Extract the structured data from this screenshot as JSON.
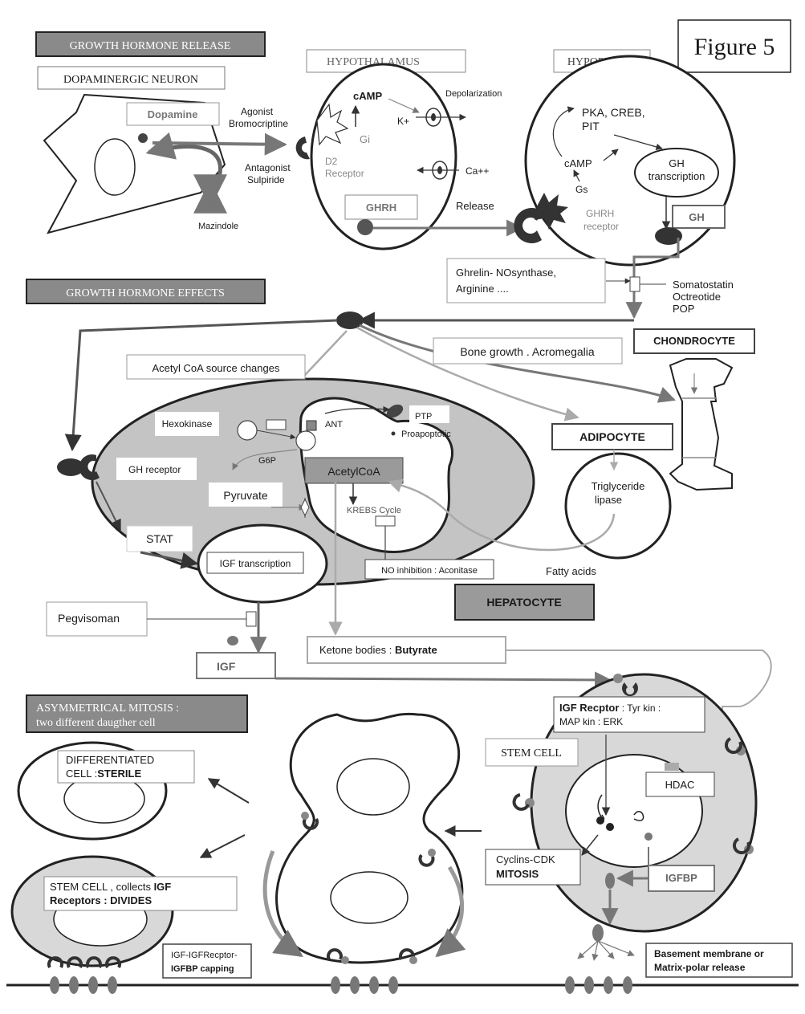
{
  "figure_label": "Figure 5",
  "sections": {
    "release": "GROWTH HORMONE RELEASE",
    "effects": "GROWTH HORMONE  EFFECTS",
    "mitosis_l1": "ASYMMETRICAL MITOSIS :",
    "mitosis_l2": "two different daugther cell"
  },
  "release": {
    "dopaminergic_neuron": "DOPAMINERGIC NEURON",
    "dopamine": "Dopamine",
    "agonist_l1": "Agonist",
    "agonist_l2": "Bromocriptine",
    "antagonist_l1": "Antagonist",
    "antagonist_l2": "Sulpiride",
    "mazindole": "Mazindole",
    "hypothalamus": "HYPOTHALAMUS",
    "camp": "cAMP",
    "depolarization": "Depolarization",
    "kplus": "K+",
    "gi": "Gi",
    "d2_l1": "D2",
    "d2_l2": "Receptor",
    "ca": "Ca++",
    "ghrh": "GHRH",
    "release_label": "Release",
    "hypophysis": "HYPOPHYSIS",
    "pka_l1": "PKA, CREB,",
    "pka_l2": "PIT",
    "camp2": "cAMP",
    "gs": "Gs",
    "gh_tr_l1": "GH",
    "gh_tr_l2": "transcription",
    "ghrh_rec_l1": "GHRH",
    "ghrh_rec_l2": "receptor",
    "gh": "GH",
    "ghrelin_l1": "Ghrelin- NOsynthase,",
    "ghrelin_l2": "Arginine ....",
    "soma_l1": "Somatostatin",
    "soma_l2": "Octreotide",
    "soma_l3": "POP"
  },
  "effects": {
    "bone_growth": "Bone growth . Acromegalia",
    "chondrocyte": "CHONDROCYTE",
    "acetyl_source": "Acetyl CoA source changes",
    "hexokinase": "Hexokinase",
    "ant": "ANT",
    "ptp": "PTP",
    "proapoptotic": "Proapoptotic",
    "adipocyte": "ADIPOCYTE",
    "gh_receptor": "GH receptor",
    "g6p": "G6P",
    "acetylcoa": "AcetylCoA",
    "pyruvate": "Pyruvate",
    "krebs": "KREBS Cycle",
    "tg_l1": "Triglyceride",
    "tg_l2": "lipase",
    "stat": "STAT",
    "igf_transcription": "IGF transcription",
    "no_inhibition": "NO inhibition : Aconitase",
    "fatty_acids": "Fatty acids",
    "hepatocyte": "HEPATOCYTE",
    "pegvisoman": "Pegvisoman",
    "ketone_prefix": "Ketone bodies : ",
    "ketone_bold": "Butyrate",
    "igf": "IGF"
  },
  "mitosis": {
    "igf_rec_bold": "IGF Recptor",
    "igf_rec_rest": " : Tyr kin :",
    "igf_rec_l2": "MAP kin : ERK",
    "stem_cell": "STEM CELL",
    "hdac": "HDAC",
    "diff_l1": "DIFFERENTIATED",
    "diff_l2_prefix": "CELL :",
    "diff_l2_bold": "STERILE",
    "cyclins_l1": "Cyclins-CDK",
    "cyclins_l2": "MITOSIS",
    "igfbp": "IGFBP",
    "stem2_prefix": "STEM CELL , collects ",
    "stem2_bold": "IGF",
    "stem2_l2": "Receptors : DIVIDES",
    "capping_l1": "IGF-IGFRecptor-",
    "capping_l2": "IGFBP capping",
    "basement_l1": "Basement membrane or",
    "basement_l2": "Matrix-polar release"
  }
}
